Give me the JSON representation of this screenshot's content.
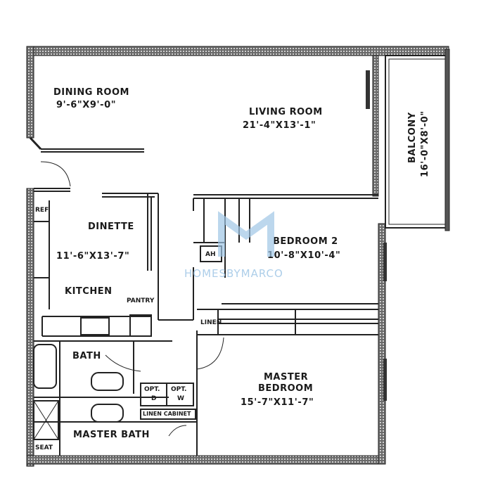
{
  "rooms": {
    "dining": {
      "name": "DINING ROOM",
      "dims": "9'-6\"X9'-0\""
    },
    "living": {
      "name": "LIVING ROOM",
      "dims": "21'-4\"X13'-1\""
    },
    "balcony": {
      "name": "BALCONY",
      "dims": "16'-0\"X8'-0\""
    },
    "dinette": {
      "name": "DINETTE",
      "dims": "11'-6\"X13'-7\""
    },
    "bedroom2": {
      "name": "BEDROOM 2",
      "dims": "10'-8\"X10'-4\""
    },
    "kitchen": {
      "name": "KITCHEN"
    },
    "master": {
      "name_line1": "MASTER",
      "name_line2": "BEDROOM",
      "dims": "15'-7\"X11'-7\""
    },
    "bath": {
      "name": "BATH"
    },
    "master_bath": {
      "name": "MASTER BATH"
    }
  },
  "fixtures": {
    "ref": "REF",
    "pantry": "PANTRY",
    "linen": "LINEN",
    "ah": "AH",
    "opt_d_top": "OPT.",
    "opt_d_bottom": "D",
    "opt_w_top": "OPT.",
    "opt_w_bottom": "W",
    "linen_cabinet": "LINEN CABINET",
    "seat": "SEAT"
  },
  "watermark": "HOMESBYMARCO",
  "colors": {
    "wall": "#2b2b2b",
    "watermark": "#9fc6e6"
  }
}
